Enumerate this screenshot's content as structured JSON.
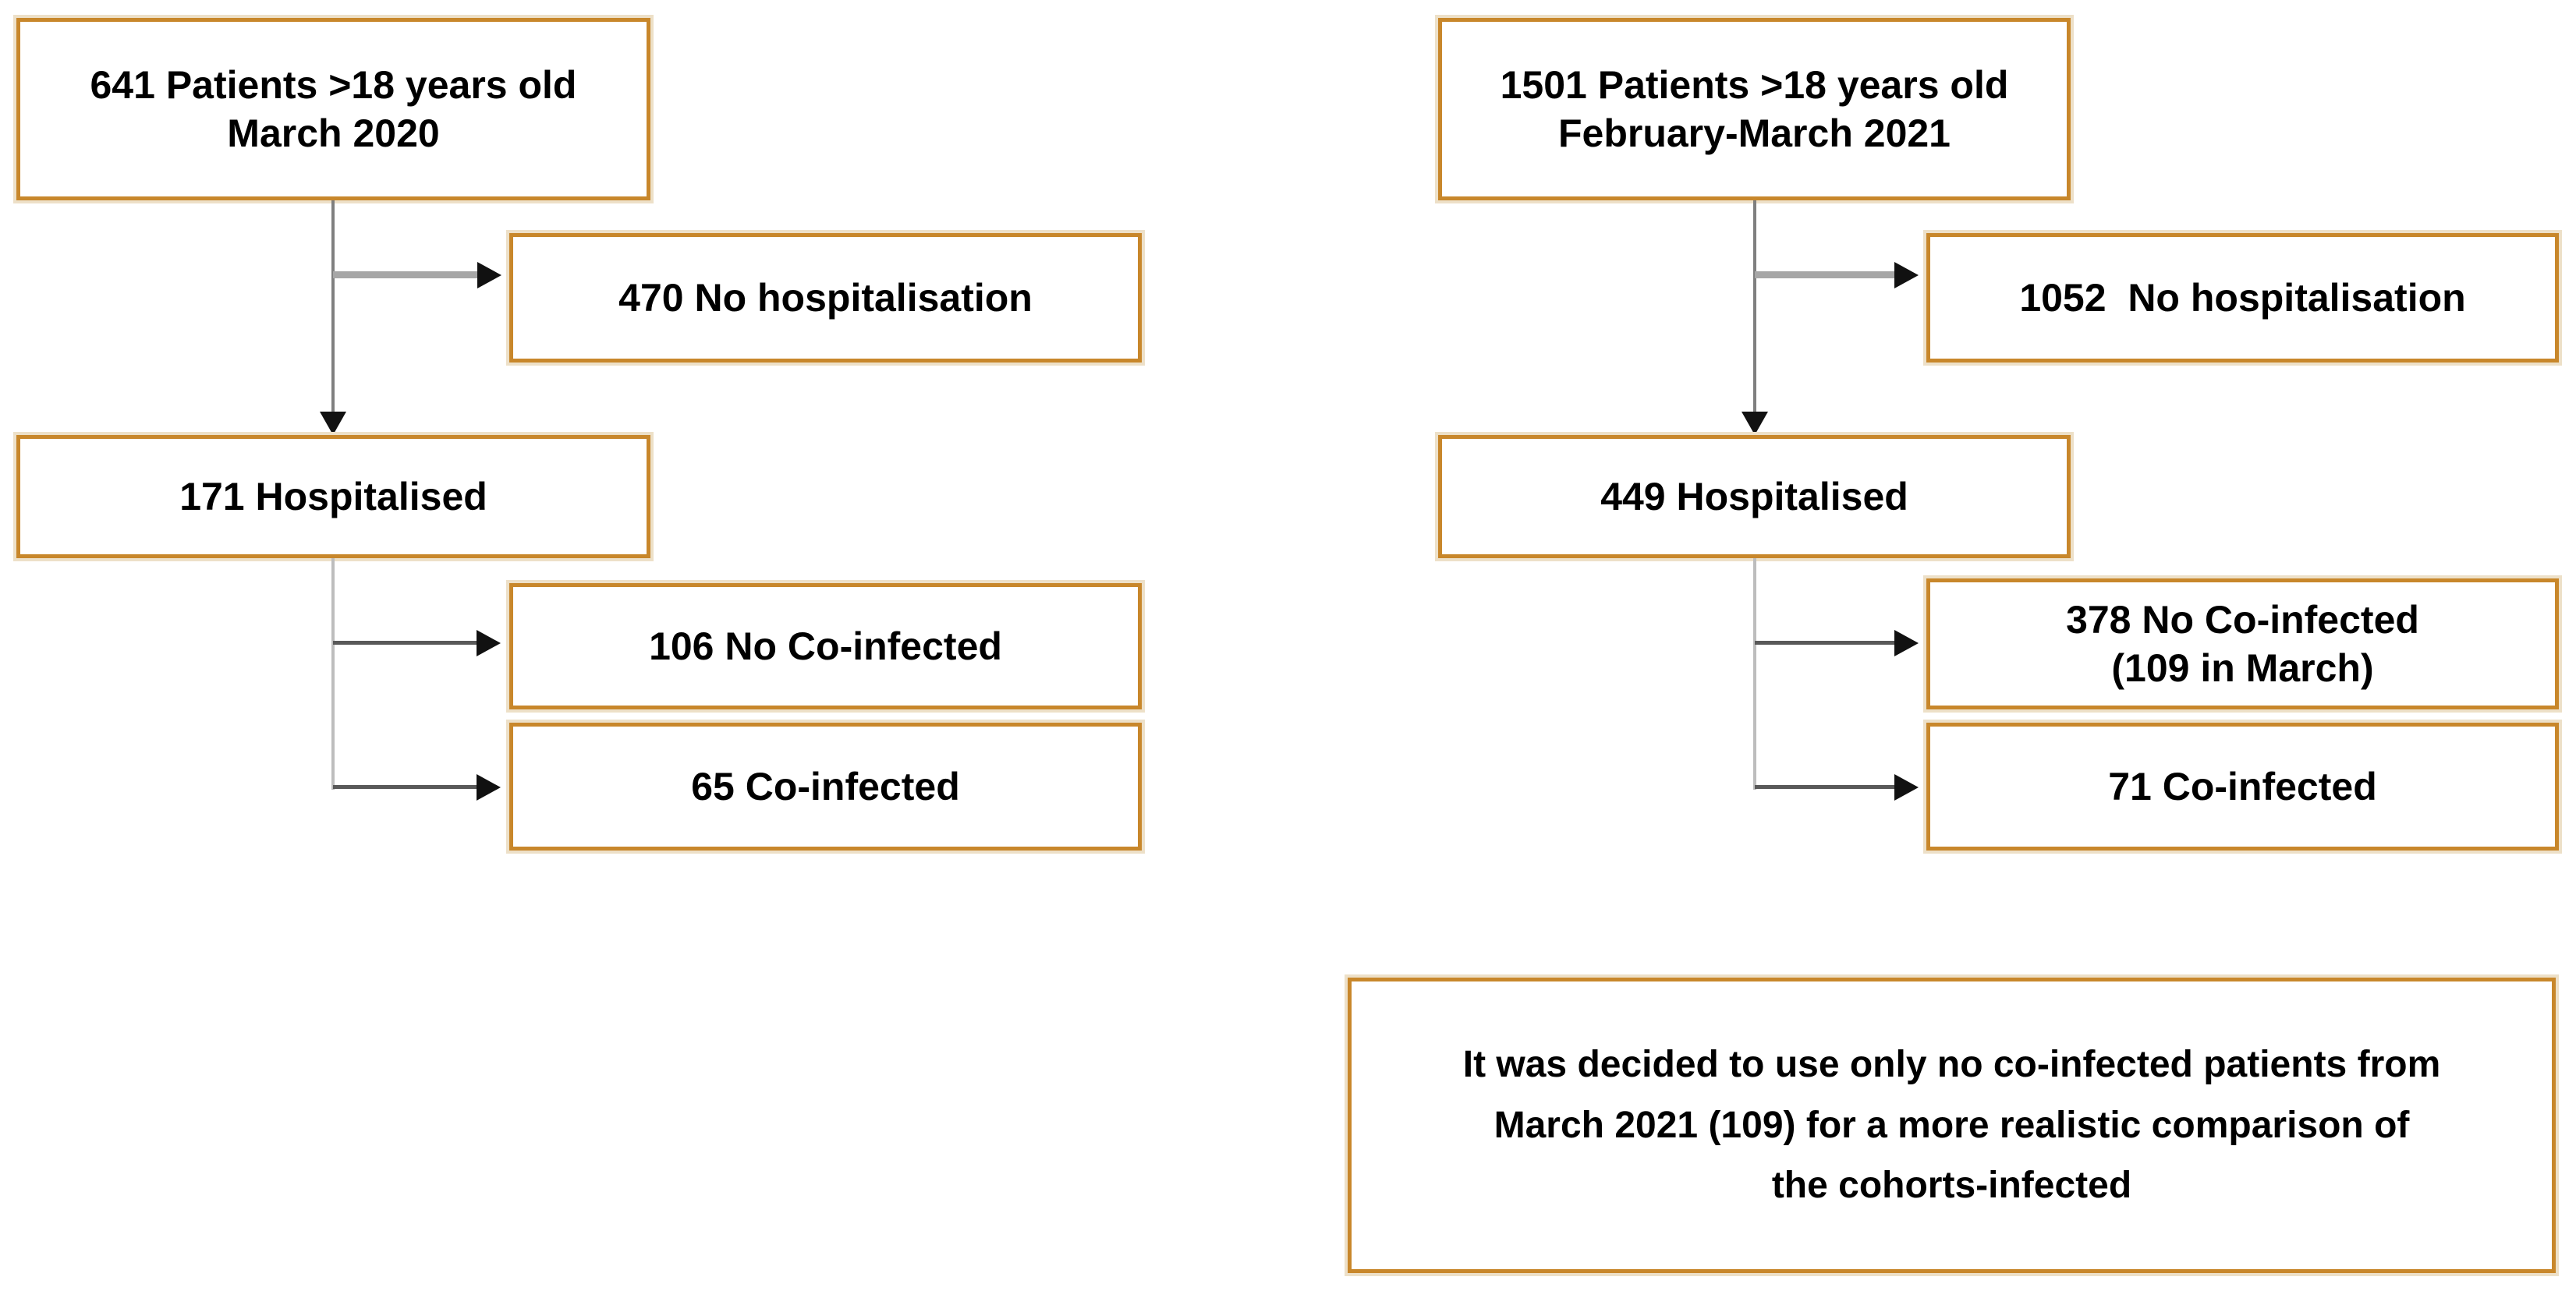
{
  "colors": {
    "box_border": "#C8872B",
    "box_halo": "#EDE0C8",
    "stem_gray": "#7F7F7F",
    "stem_light": "#BDBDBD",
    "branch_light": "#A6A6A6",
    "branch_dark": "#595959",
    "arrowhead": "#111111",
    "text": "#000000",
    "background": "#FFFFFF"
  },
  "left_cohort": {
    "top_box": {
      "line1": "641 Patients >18 years old",
      "line2": "March 2020"
    },
    "no_hospitalisation_box": {
      "label": "470 No hospitalisation"
    },
    "hospitalised_box": {
      "label": "171 Hospitalised"
    },
    "no_coinfected_box": {
      "label": "106 No Co-infected"
    },
    "coinfected_box": {
      "label": "65 Co-infected"
    }
  },
  "right_cohort": {
    "top_box": {
      "line1": "1501 Patients >18 years old",
      "line2": "February-March 2021"
    },
    "no_hospitalisation_box": {
      "label": "1052  No hospitalisation"
    },
    "hospitalised_box": {
      "label": "449 Hospitalised"
    },
    "no_coinfected_box": {
      "line1": "378 No Co-infected",
      "line2": "(109 in March)"
    },
    "coinfected_box": {
      "label": "71 Co-infected"
    }
  },
  "note_box": {
    "line1": "It was decided to use only no co-infected patients from",
    "line2": "March 2021 (109) for a more realistic comparison of",
    "line3": "the cohorts-infected"
  }
}
